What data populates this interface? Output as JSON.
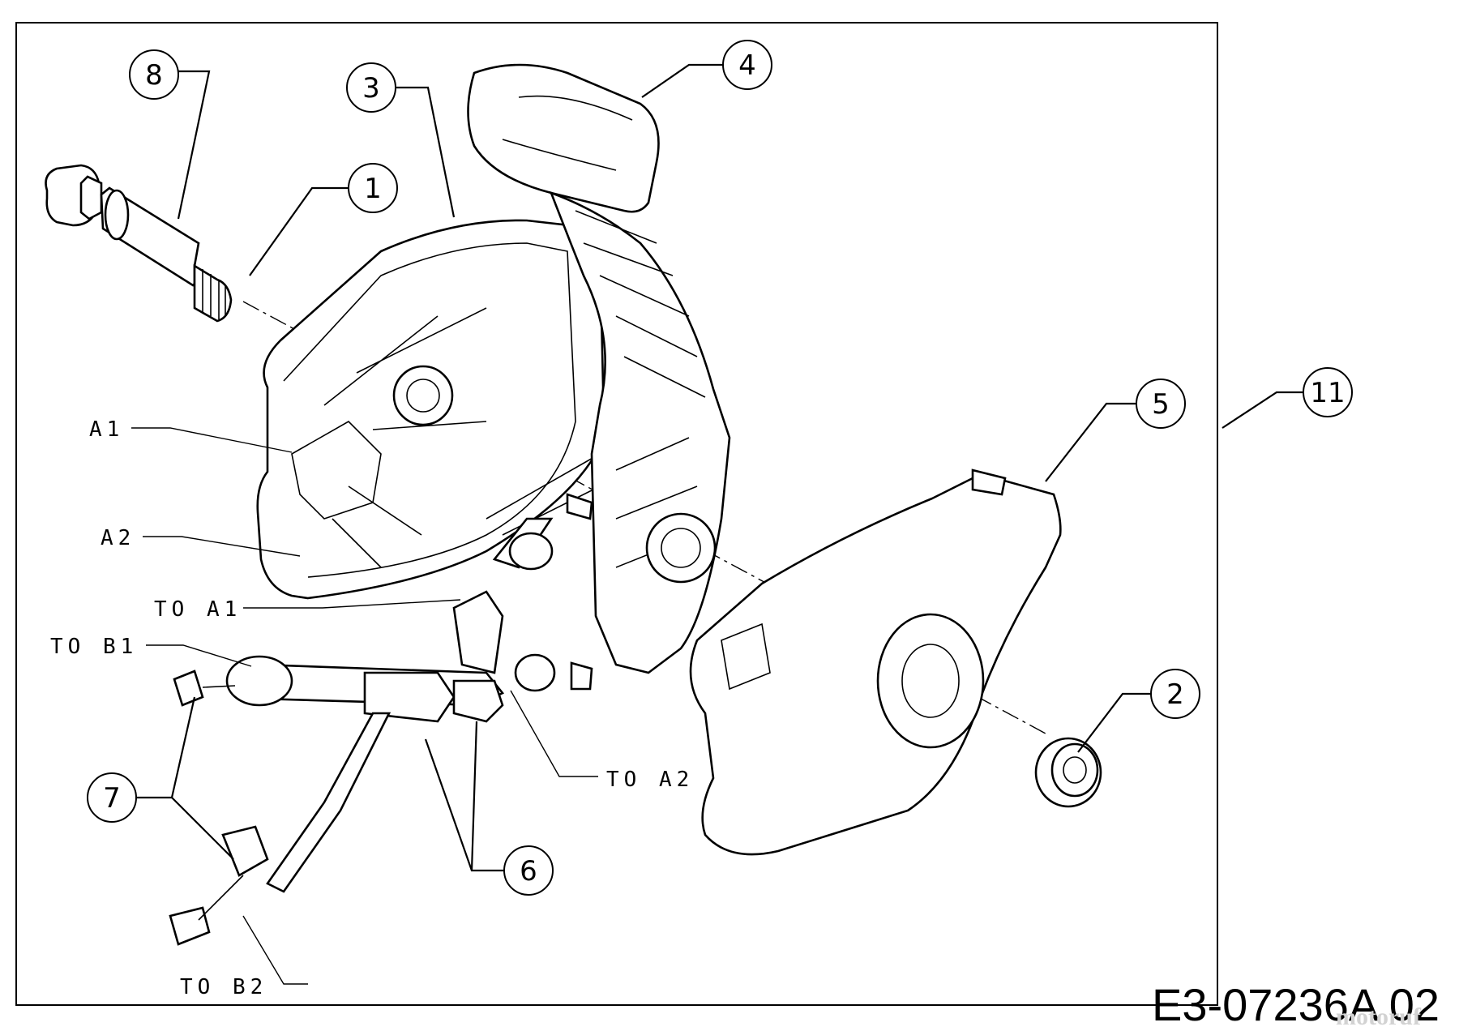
{
  "callouts": {
    "c1": "1",
    "c2": "2",
    "c3": "3",
    "c4": "4",
    "c5": "5",
    "c6": "6",
    "c7": "7",
    "c8": "8",
    "c11": "11"
  },
  "labels": {
    "a1": "A1",
    "a2": "A2",
    "to_a1": "TO A1",
    "to_b1": "TO B1",
    "to_a2": "TO A2",
    "to_b2": "TO B2"
  },
  "drawing_number": "E3-07236A 02",
  "watermark": "motoruf"
}
